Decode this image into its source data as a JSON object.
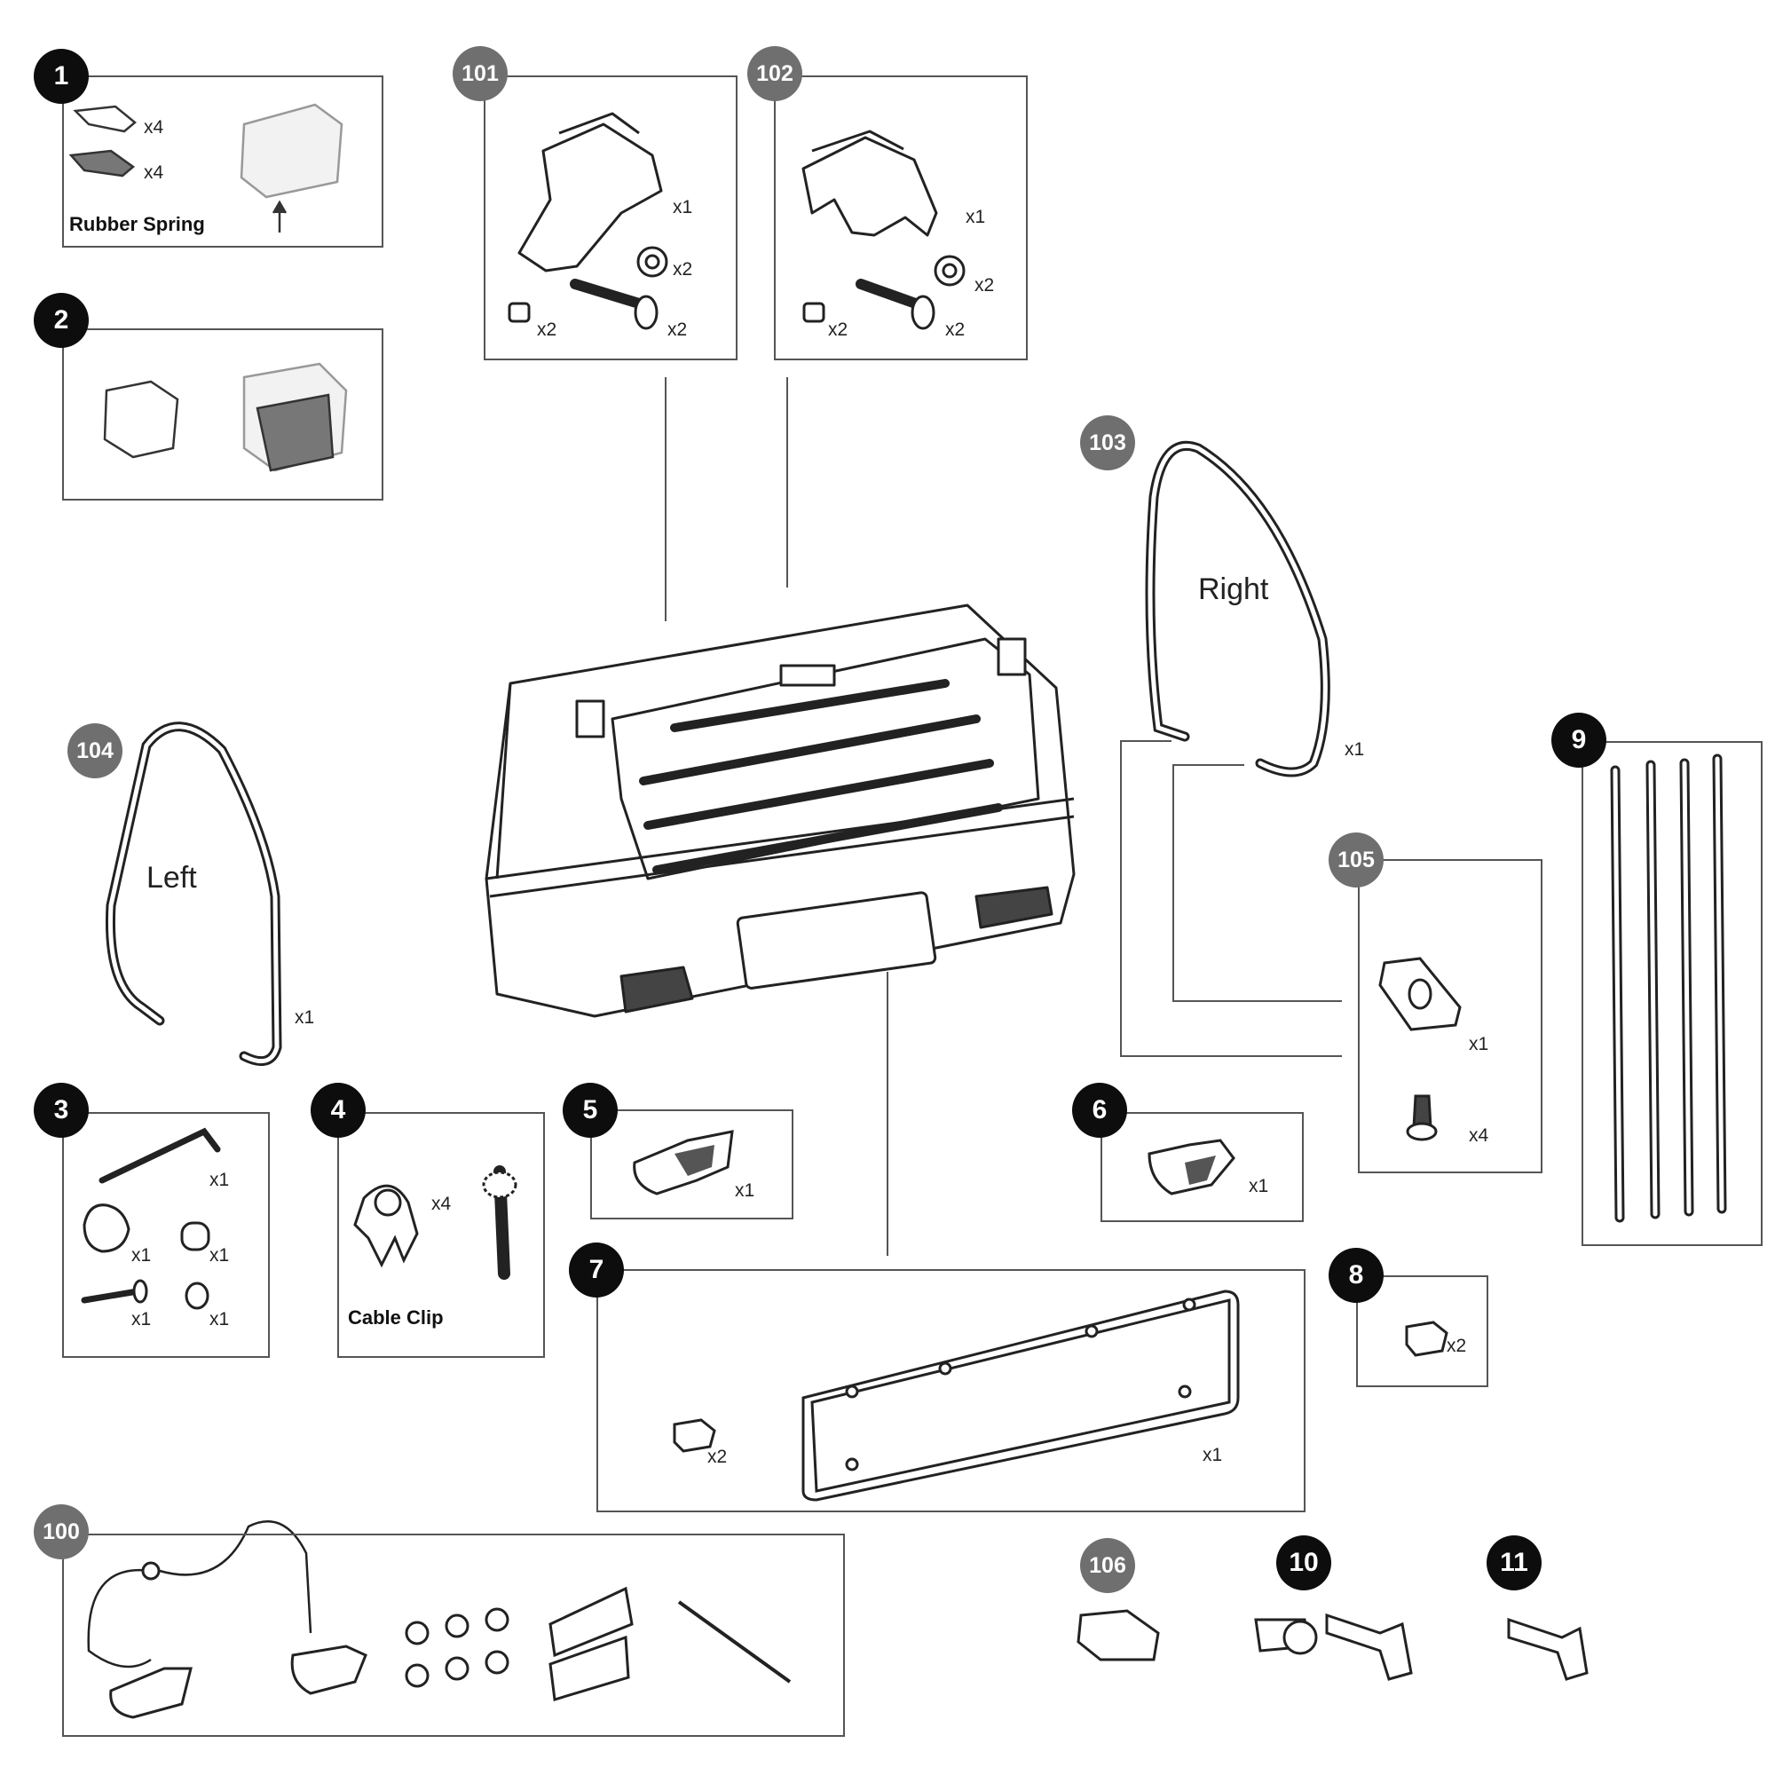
{
  "parts": {
    "p1": {
      "number": "1",
      "qty_a": "x4",
      "qty_b": "x4",
      "label": "Rubber Spring"
    },
    "p2": {
      "number": "2"
    },
    "p3": {
      "number": "3",
      "qty_wrench": "x1",
      "qty_knob": "x1",
      "qty_spacer": "x1",
      "qty_bolt": "x1",
      "qty_washer": "x1"
    },
    "p4": {
      "number": "4",
      "qty": "x4",
      "label": "Cable Clip"
    },
    "p5": {
      "number": "5",
      "qty": "x1"
    },
    "p6": {
      "number": "6",
      "qty": "x1"
    },
    "p7": {
      "number": "7",
      "qty_clip": "x2",
      "qty_plate": "x1"
    },
    "p8": {
      "number": "8",
      "qty": "x2"
    },
    "p9": {
      "number": "9"
    },
    "p10": {
      "number": "10"
    },
    "p11": {
      "number": "11"
    },
    "p100": {
      "number": "100"
    },
    "p101": {
      "number": "101",
      "qty_cover": "x1",
      "qty_washer": "x2",
      "qty_nut": "x2",
      "qty_bolt": "x2"
    },
    "p102": {
      "number": "102",
      "qty_cover": "x1",
      "qty_washer": "x2",
      "qty_nut": "x2",
      "qty_bolt": "x2"
    },
    "p103": {
      "number": "103",
      "label": "Right",
      "qty": "x1"
    },
    "p104": {
      "number": "104",
      "label": "Left",
      "qty": "x1"
    },
    "p105": {
      "number": "105",
      "qty_bracket": "x1",
      "qty_screw": "x4"
    },
    "p106": {
      "number": "106"
    }
  },
  "colors": {
    "black_badge": "#0d0d0d",
    "grey_badge": "#6f6f6f",
    "line": "#555555"
  }
}
